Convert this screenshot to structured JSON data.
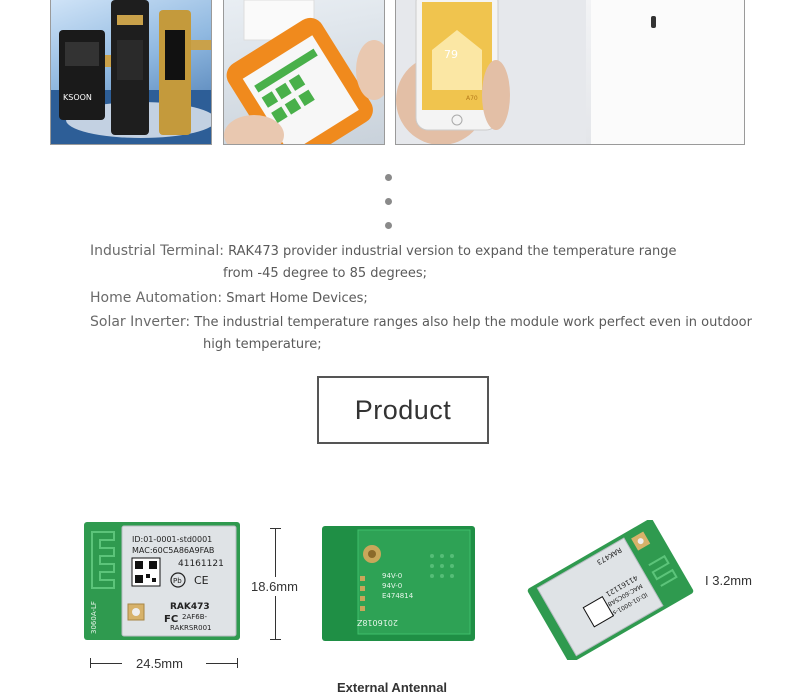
{
  "applications": [
    {
      "term": "Industrial Terminal:",
      "lines": [
        "RAK473 provider industrial version to expand the temperature range",
        "from -45 degree to 85 degrees;"
      ]
    },
    {
      "term": "Home Automation:",
      "lines": [
        "Smart Home Devices;"
      ]
    },
    {
      "term": "Solar Inverter:",
      "lines": [
        "The industrial temperature ranges also help the module work perfect even in outdoor",
        "high temperature;"
      ]
    }
  ],
  "product": {
    "title": "Product",
    "dimensions": {
      "width": "24.5mm",
      "height": "18.6mm",
      "thickness": "I 3.2mm"
    },
    "antenna_label": "External Antennal",
    "module_front": {
      "id": "ID:01-0001-std0001",
      "mac": "MAC:60C5A86A9FAB",
      "code": "41161121",
      "model": "RAK473",
      "fcc": "2AF6B-",
      "fcc2": "RAKRSR001",
      "side": "3060A-LF"
    },
    "module_back": {
      "mark1": "94V-0",
      "mark2": "94V-0",
      "mark3": "E474814",
      "date": "2016018Z"
    },
    "module_angled": {
      "text1": "ID:01-0001-std0001",
      "text2": "MAC:60C5A86A9FAB",
      "text3": "41161121",
      "text4": "RAK473"
    }
  },
  "photos": {
    "lock_brand": "KSOON",
    "phone_temp": "79",
    "phone_temp2": "A70"
  }
}
